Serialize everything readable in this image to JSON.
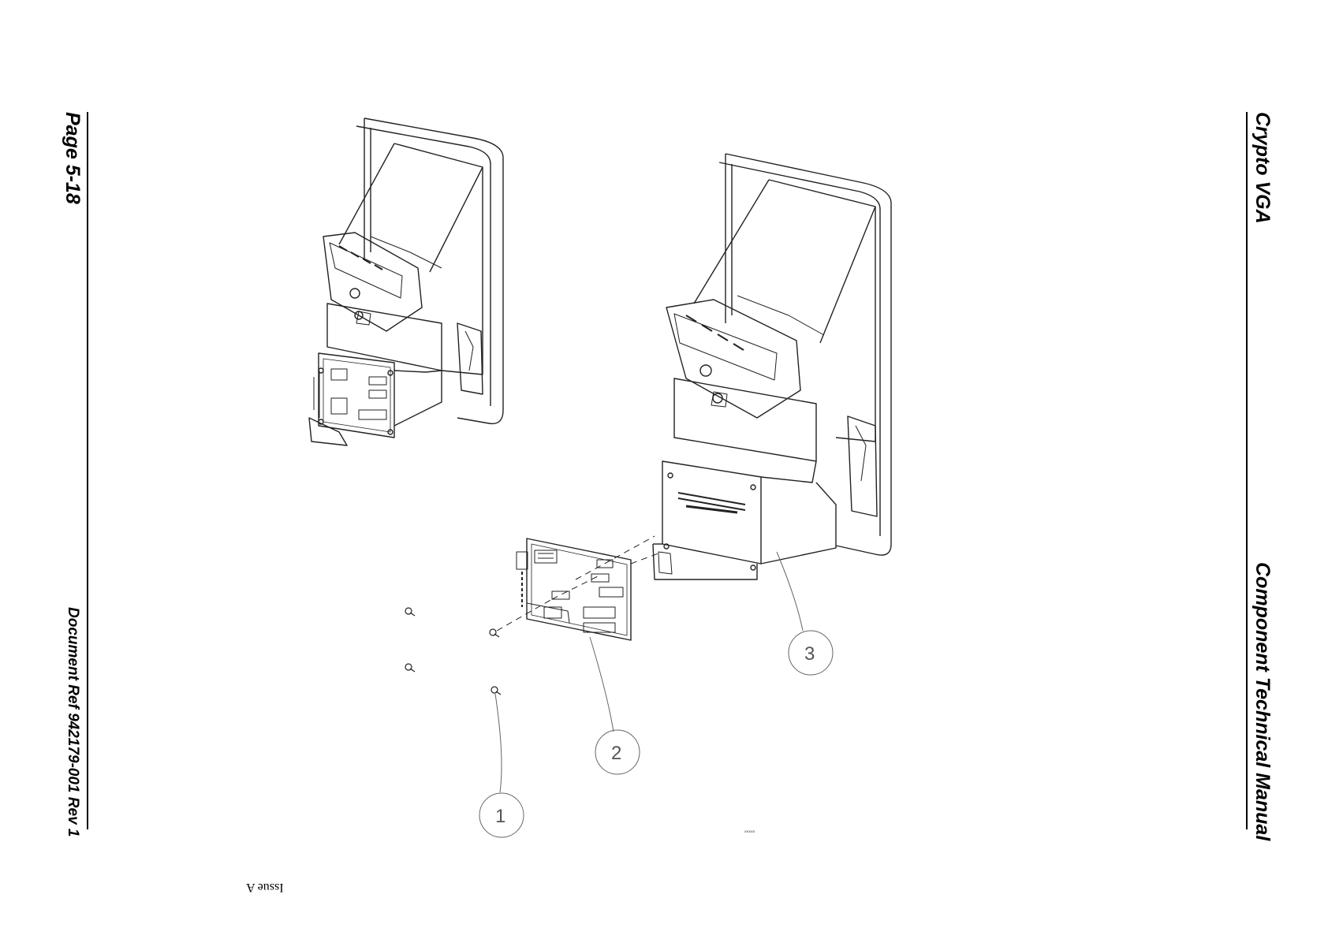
{
  "header": {
    "page_number": "Page 5-18",
    "document_ref": "Document Ref 942179-001 Rev 1",
    "title_line1": "Crypto VGA",
    "title_line2": "Component Technical Manual"
  },
  "footer": {
    "issue": "Issue A"
  },
  "drawing": {
    "callouts": [
      "1",
      "2",
      "3"
    ],
    "drawing_code": "XXXXX"
  }
}
